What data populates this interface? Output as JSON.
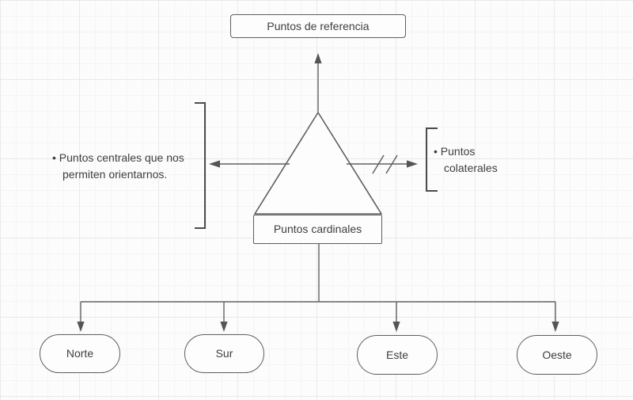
{
  "diagram": {
    "top_box": {
      "label": "Puntos de referencia"
    },
    "center_box": {
      "label": "Puntos cardinales"
    },
    "left_note": {
      "text": "• Puntos centrales que nos permiten orientarnos."
    },
    "right_note": {
      "text": "• Puntos colaterales"
    },
    "nodes": [
      {
        "label": "Norte"
      },
      {
        "label": "Sur"
      },
      {
        "label": "Este"
      },
      {
        "label": "Oeste"
      }
    ],
    "colors": {
      "line": "#616161",
      "shape_border": "#5e5e5e",
      "bracket": "#4c4c4c",
      "text": "#3e3e3e",
      "shape_fill": "#fdfdfe",
      "grid_minor": "#f4f4f7",
      "grid_major": "#e9e9ee",
      "background": "#fcfcfd"
    }
  }
}
